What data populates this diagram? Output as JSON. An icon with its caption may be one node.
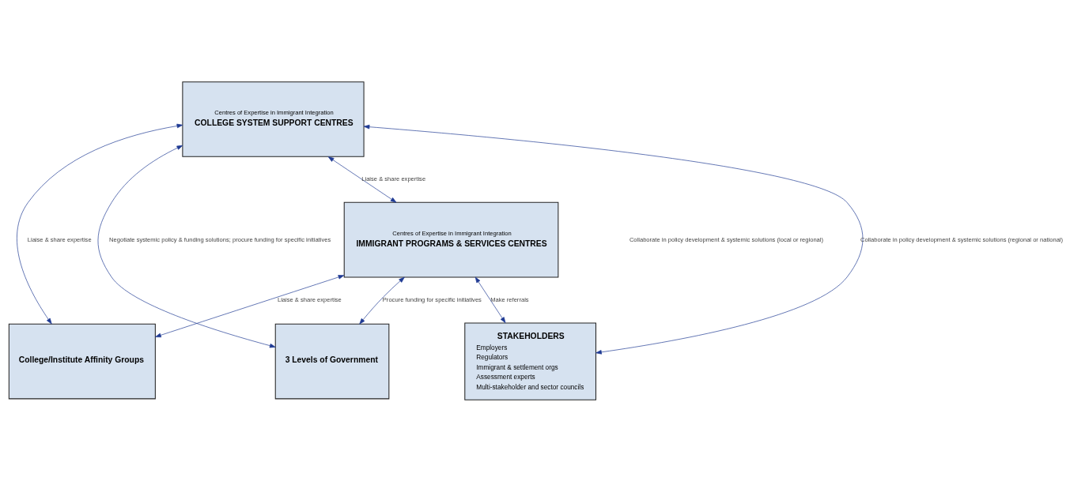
{
  "diagram": {
    "nodes": [
      {
        "text": [
          "Centres of Expertise in Immigrant Integration",
          "COLLEGE SYSTEM SUPPORT CENTRES"
        ]
      },
      {
        "text": [
          "College/Institute Affinity Groups"
        ]
      },
      {
        "text": [
          "STAKEHOLDERS",
          "Employers",
          "Regulators",
          "Immigrant & settlement orgs",
          "Assessment experts",
          "Multi-stakeholder and sector councils"
        ]
      },
      {
        "text": [
          "3 Levels of Government"
        ]
      },
      {
        "text": [
          "Centres of Expertise in Immigrant Integration",
          "IMMIGRANT PROGRAMS & SERVICES CENTRES"
        ]
      }
    ],
    "edges": [
      {
        "from": 0,
        "to": 3,
        "arrow": "both",
        "label": "Negotiate systemic policy & funding solutions; procure funding for specific initiatives"
      },
      {
        "from": 0,
        "to": 2,
        "arrow": "both",
        "label": "Collaborate in policy development & systemic solutions (regional or national)"
      },
      {
        "from": 0,
        "to": 1,
        "arrow": "both",
        "label": "Liaise & share expertise"
      },
      {
        "from": 0,
        "to": 4,
        "arrow": "both",
        "label": "Liaise & share expertise"
      },
      {
        "from": 4,
        "to": 1,
        "arrow": "both",
        "label": "Liaise & share expertise"
      },
      {
        "from": 4,
        "to": 2,
        "arrow": "both",
        "label": "Make referrals"
      },
      {
        "from": 4,
        "to": 3,
        "arrow": "both",
        "label": "Procure funding for specific initiatives"
      }
    ],
    "labels": [
      "Collaborate in policy development & systemic solutions (local or regional)"
    ]
  }
}
